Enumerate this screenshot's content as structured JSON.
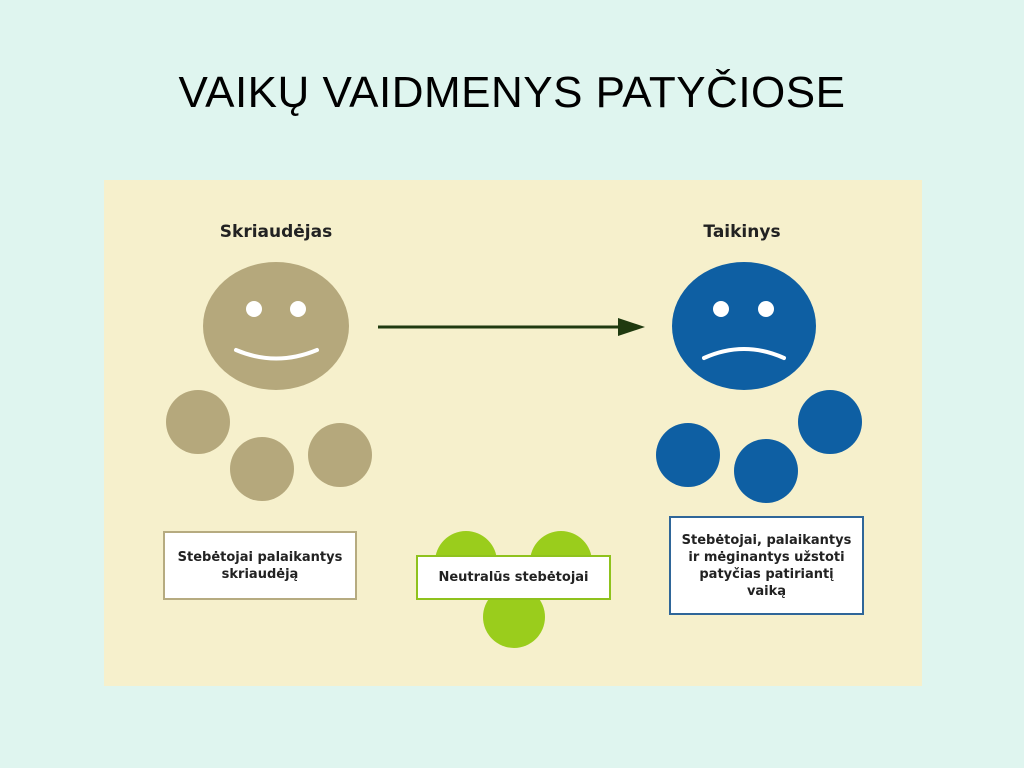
{
  "slide": {
    "title": "VAIKŲ VAIDMENYS PATYČIOSE"
  },
  "diagram": {
    "aggressor_label": "Skriaudėjas",
    "target_label": "Taikinys",
    "aggressor_supporters_label": "Stebėtojai palaikantys skriaudėją",
    "neutral_label": "Neutralūs stebėtojai",
    "target_supporters_label": "Stebėtojai, palaikantys ir mėginantys užstoti patyčias patiriantį vaiką"
  },
  "colors": {
    "slide_background": "#dff5ef",
    "panel_background": "#f6f0cc",
    "aggressor_tan": "#b5a87c",
    "target_blue": "#0e5fa3",
    "neutral_green": "#9acd1c",
    "arrow_dark_green": "#1f3a0f"
  },
  "icons": {
    "aggressor_face": "smiley-face-icon",
    "target_face": "sad-face-icon",
    "arrow": "arrow-right-icon"
  }
}
